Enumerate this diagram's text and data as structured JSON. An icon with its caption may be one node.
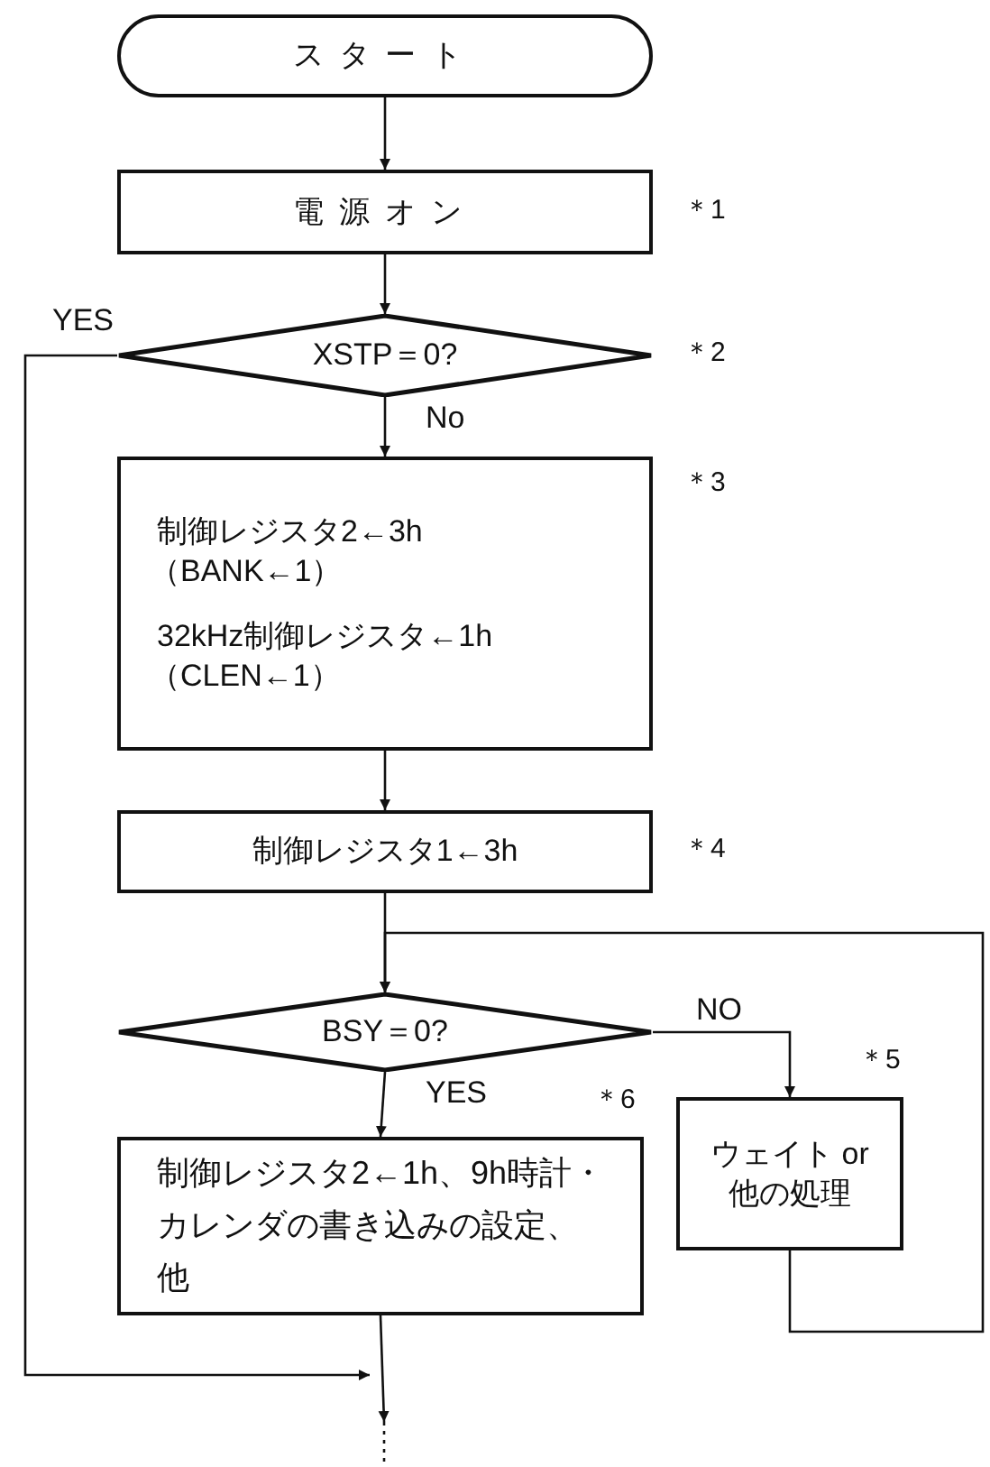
{
  "diagram": {
    "nodes": [
      {
        "text": [
          "スタート"
        ]
      },
      {
        "text": [
          "電源オン"
        ],
        "beside": [
          "＊1"
        ]
      },
      {
        "text": [
          "XSTP＝0?"
        ],
        "beside": [
          "＊2"
        ]
      },
      {
        "text": [
          "制御レジスタ2←3h",
          "（BANK←1）",
          "32kHz制御レジスタ←1h",
          "（CLEN←1）"
        ],
        "beside": [
          "＊3"
        ]
      },
      {
        "text": [
          "制御レジスタ1←3h"
        ],
        "beside": [
          "＊4"
        ]
      },
      {
        "text": [
          "BSY＝0?"
        ]
      },
      {
        "text": [
          "ウェイト or 他の処理"
        ],
        "beside": [
          "＊5"
        ]
      },
      {
        "text": [
          "制御レジスタ2←1h、9h時計・カレンダの書き込みの設定、他"
        ],
        "beside": [
          "＊6"
        ]
      }
    ],
    "edges": [
      {
        "from": 0,
        "to": 1,
        "arrow": "to"
      },
      {
        "from": 1,
        "to": 2,
        "arrow": "to"
      },
      {
        "from": 2,
        "to": 3,
        "arrow": "to",
        "label": "No"
      },
      {
        "from": 2,
        "to": null,
        "arrow": "to",
        "label": "YES"
      },
      {
        "from": 3,
        "to": 4,
        "arrow": "to"
      },
      {
        "from": 4,
        "to": 5,
        "arrow": "to"
      },
      {
        "from": 5,
        "to": 7,
        "arrow": "to",
        "label": "YES"
      },
      {
        "from": 5,
        "to": 6,
        "arrow": "to",
        "label": "NO"
      },
      {
        "from": 6,
        "to": 5,
        "arrow": "to"
      },
      {
        "from": 7,
        "to": null,
        "arrow": "to"
      }
    ]
  }
}
